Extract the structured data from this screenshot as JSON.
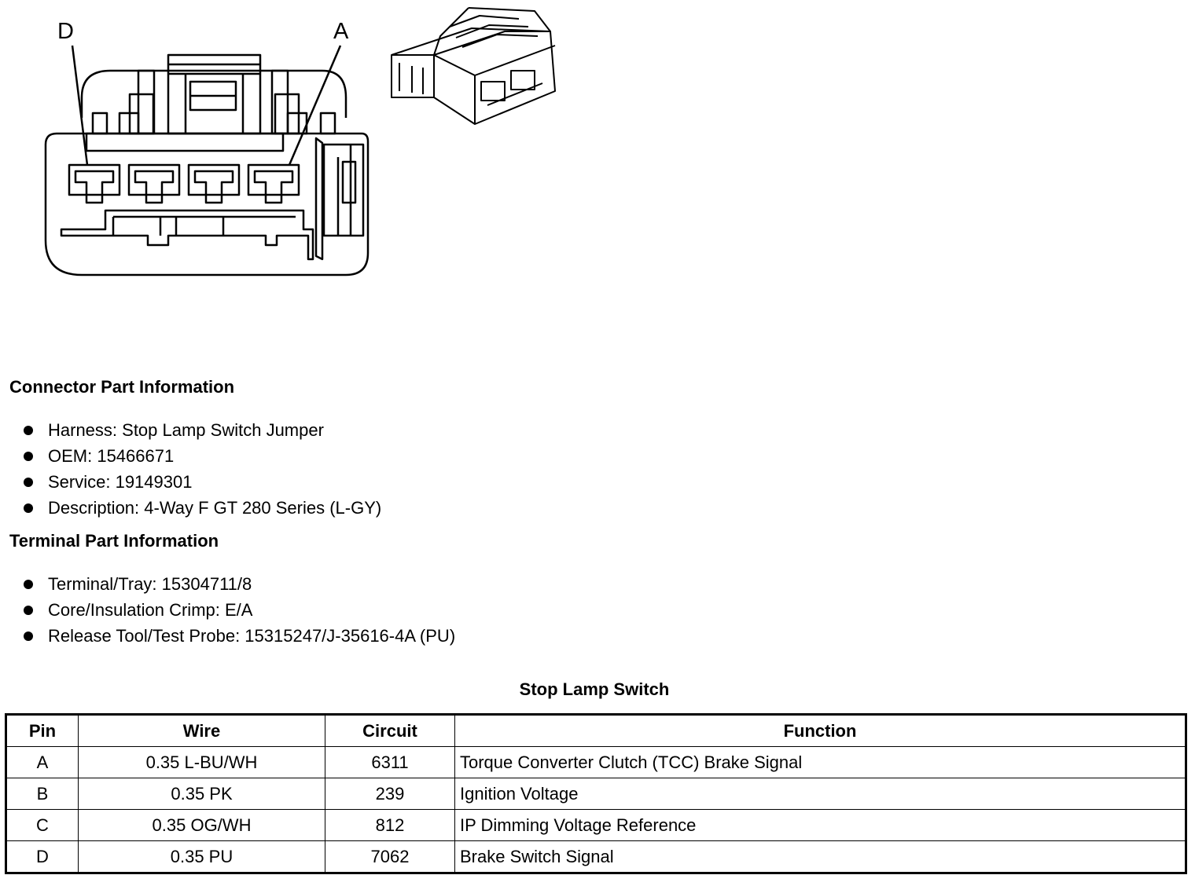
{
  "diagram": {
    "pin_labels": {
      "left": "D",
      "right": "A"
    }
  },
  "connector_info": {
    "title": "Connector Part Information",
    "items": [
      "Harness: Stop Lamp Switch Jumper",
      "OEM: 15466671",
      "Service: 19149301",
      "Description: 4-Way F GT 280 Series (L-GY)"
    ]
  },
  "terminal_info": {
    "title": "Terminal Part Information",
    "items": [
      "Terminal/Tray: 15304711/8",
      "Core/Insulation Crimp: E/A",
      "Release Tool/Test Probe: 15315247/J-35616-4A (PU)"
    ]
  },
  "table": {
    "caption": "Stop Lamp Switch",
    "headers": [
      "Pin",
      "Wire",
      "Circuit",
      "Function"
    ],
    "rows": [
      [
        "A",
        "0.35 L-BU/WH",
        "6311",
        "Torque Converter Clutch (TCC) Brake Signal"
      ],
      [
        "B",
        "0.35 PK",
        "239",
        "Ignition Voltage"
      ],
      [
        "C",
        "0.35 OG/WH",
        "812",
        "IP Dimming Voltage Reference"
      ],
      [
        "D",
        "0.35 PU",
        "7062",
        "Brake Switch Signal"
      ]
    ]
  }
}
